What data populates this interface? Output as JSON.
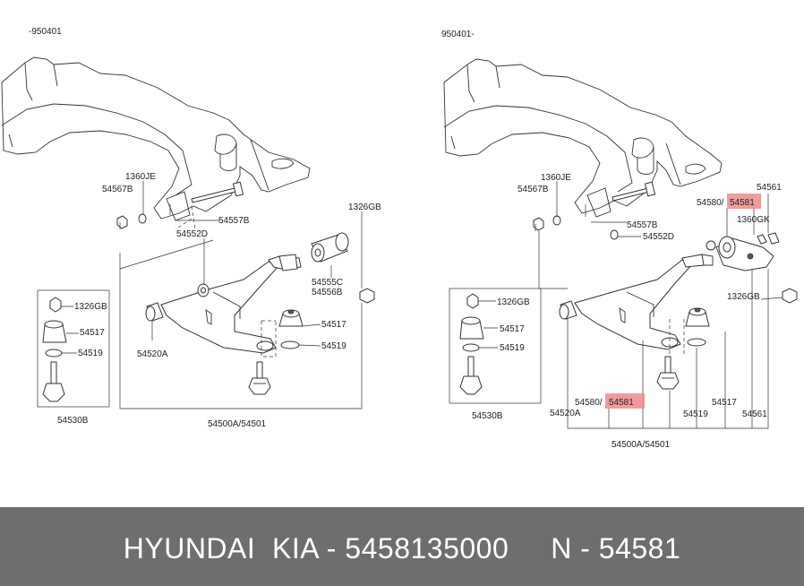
{
  "colors": {
    "highlight": "#ef8a8a",
    "footer_bg": "#6e6e6e",
    "footer_text": "#ffffff"
  },
  "left": {
    "serial": "-950401",
    "labels": {
      "bolt_1360": "1360JE",
      "nut_54567": "54567B",
      "bolt_54557": "54557B",
      "bush_54552": "54552D",
      "nut_1326": "1326GB",
      "bush_54555": "54555C",
      "bush_54556": "54556B",
      "bush_54520": "54520A",
      "bush_54517": "54517",
      "washer_54519": "54519",
      "box_nut_1326": "1326GB",
      "box_54517": "54517",
      "box_54519": "54519",
      "box_group": "54530B",
      "assembly": "54500A/54501"
    }
  },
  "right": {
    "serial": "950401-",
    "labels": {
      "bolt_1360": "1360JE",
      "nut_54567": "54567B",
      "bolt_54557": "54557B",
      "bush_54552": "54552D",
      "box_nut_1326": "1326GB",
      "box_54517": "54517",
      "box_54519": "54519",
      "box_group": "54530B",
      "bracket_54561": "54561",
      "bracket_54580": "54580/",
      "bracket_54581": "54581",
      "bolt_1360gk": "1360GK",
      "nut_1326": "1326GB",
      "bush_54520": "54520A",
      "low_54580": "54580/",
      "low_54581": "54581",
      "low_54519": "54519",
      "low_54517": "54517",
      "low_54561": "54561",
      "assembly": "54500A/54501"
    }
  },
  "footer": {
    "text": "HYUNDAI  KIA - 5458135000     N - 54581"
  }
}
